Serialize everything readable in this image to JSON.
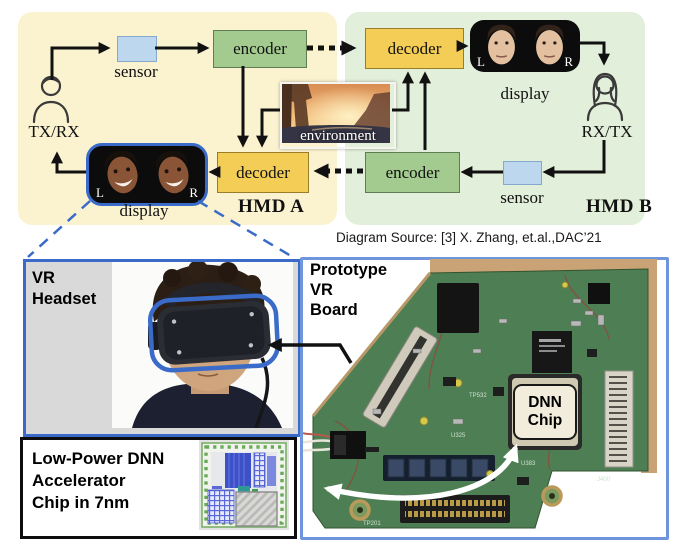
{
  "source_note": "Diagram Source: [3] X. Zhang, et.al.,DAC’21",
  "environment": {
    "label": "environment"
  },
  "hmd_a": {
    "title": "HMD A",
    "user_label": "TX/RX",
    "sensor_label": "sensor",
    "encoder_label": "encoder",
    "decoder_label": "decoder",
    "display_label": "display",
    "display_l": "L",
    "display_r": "R"
  },
  "hmd_b": {
    "title": "HMD B",
    "user_label": "RX/TX",
    "sensor_label": "sensor",
    "encoder_label": "encoder",
    "decoder_label": "decoder",
    "display_label": "display",
    "display_l": "L",
    "display_r": "R"
  },
  "callouts": {
    "vr_headset": {
      "label": "VR Headset",
      "lines": [
        "VR",
        "Headset"
      ]
    },
    "prototype_board": {
      "label": "Prototype VR Board",
      "lines": [
        "Prototype",
        "VR",
        "Board"
      ]
    },
    "low_power": {
      "label": "Low-Power DNN Accelerator Chip in 7nm",
      "lines": [
        "Low-Power DNN",
        "Accelerator",
        "Chip in 7nm"
      ]
    },
    "dnn_chip": {
      "label": "DNN Chip",
      "lines": [
        "DNN",
        "Chip"
      ]
    }
  },
  "colors": {
    "panel_a_bg": "#fbf2cf",
    "panel_b_bg": "#e2efda",
    "encoder_fill": "#a3cb8f",
    "decoder_fill": "#f3cd55",
    "sensor_fill": "#bdd7ee",
    "accent_blue": "#3a6bc9",
    "display_bg": "#0c0c0c",
    "pcb_green": "#4e7e54"
  }
}
